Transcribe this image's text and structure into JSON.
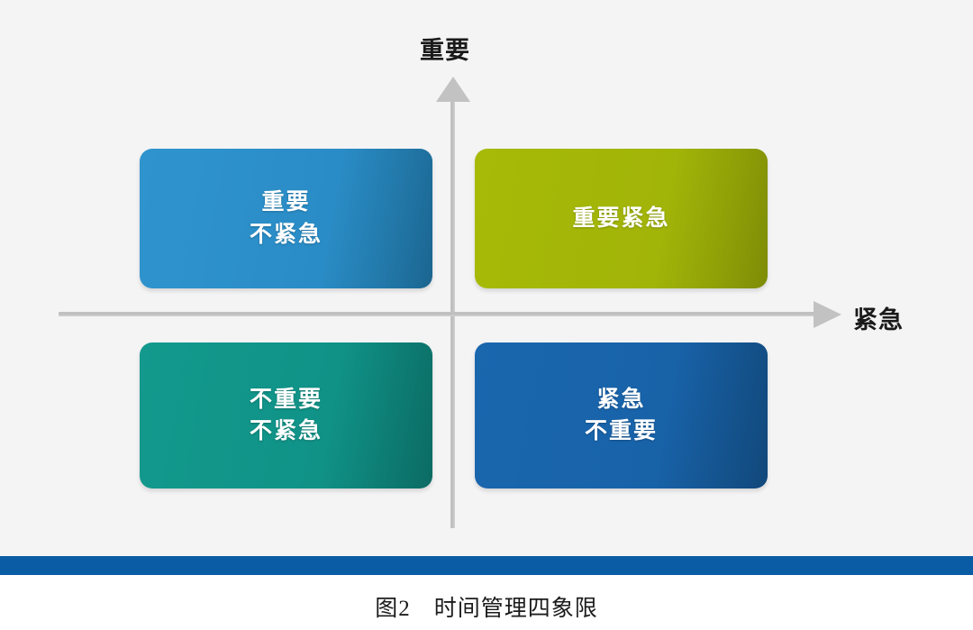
{
  "figure": {
    "axes": {
      "vertical_label": "重要",
      "horizontal_label": "紧急",
      "vertical_arrow_icon": "arrow-up-icon",
      "horizontal_arrow_icon": "arrow-right-icon"
    },
    "quadrants": [
      {
        "id": "important-not-urgent",
        "position": "top-left",
        "line1": "重要",
        "line2": "不紧急",
        "color": "#2a8cc6"
      },
      {
        "id": "important-urgent",
        "position": "top-right",
        "line1": "重要紧急",
        "line2": "",
        "color": "#a1b408"
      },
      {
        "id": "not-important-not-urgent",
        "position": "bottom-left",
        "line1": "不重要",
        "line2": "不紧急",
        "color": "#109287"
      },
      {
        "id": "urgent-not-important",
        "position": "bottom-right",
        "line1": "紧急",
        "line2": "不重要",
        "color": "#1862a8"
      }
    ],
    "caption": {
      "number": "图2",
      "title": "时间管理四象限"
    },
    "rule_color": "#0a5ca4",
    "canvas_color": "#f4f4f5"
  }
}
